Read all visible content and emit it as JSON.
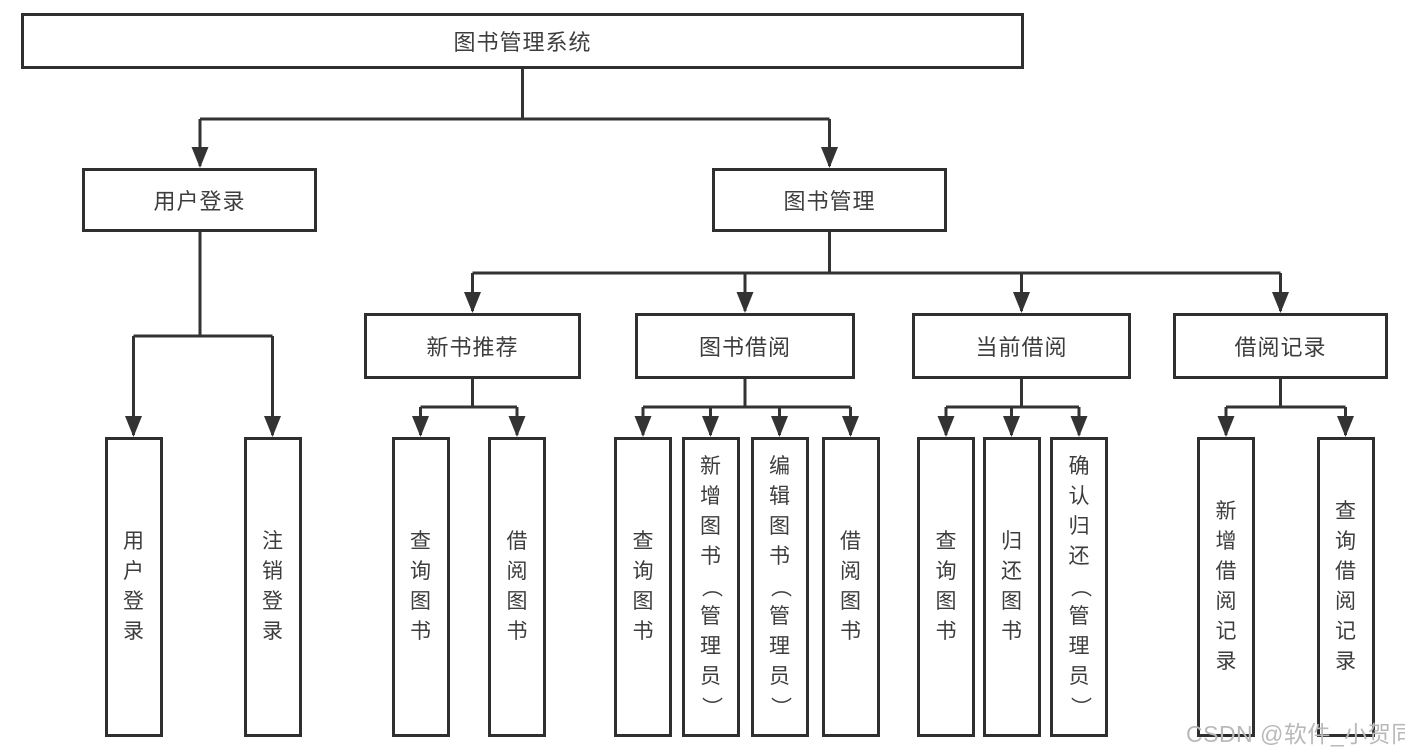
{
  "colors": {
    "line": "#333333",
    "box_border": "#2f2f2f",
    "box_fill": "#ffffff",
    "text": "#3d3d3d",
    "watermark": "#b9b9b9"
  },
  "watermark": "CSDN @软件_小贺同学",
  "nodes": {
    "root": "图书管理系统",
    "user_login": "用户登录",
    "book_mgmt": "图书管理",
    "new_book_rec": "新书推荐",
    "book_borrow": "图书借阅",
    "current_borrow": "当前借阅",
    "borrow_record": "借阅记录",
    "leaf_user_login": "用户登录",
    "leaf_logout": "注销登录",
    "rec_query_book": "查询图书",
    "rec_borrow_book": "借阅图书",
    "bb_query_book": "查询图书",
    "bb_add_book": "新增图书（管理员）",
    "bb_edit_book": "编辑图书（管理员）",
    "bb_borrow_book": "借阅图书",
    "cb_query_book": "查询图书",
    "cb_return_book": "归还图书",
    "cb_confirm_return": "确认归还（管理员）",
    "br_add_record": "新增借阅记录",
    "br_query_record": "查询借阅记录"
  }
}
